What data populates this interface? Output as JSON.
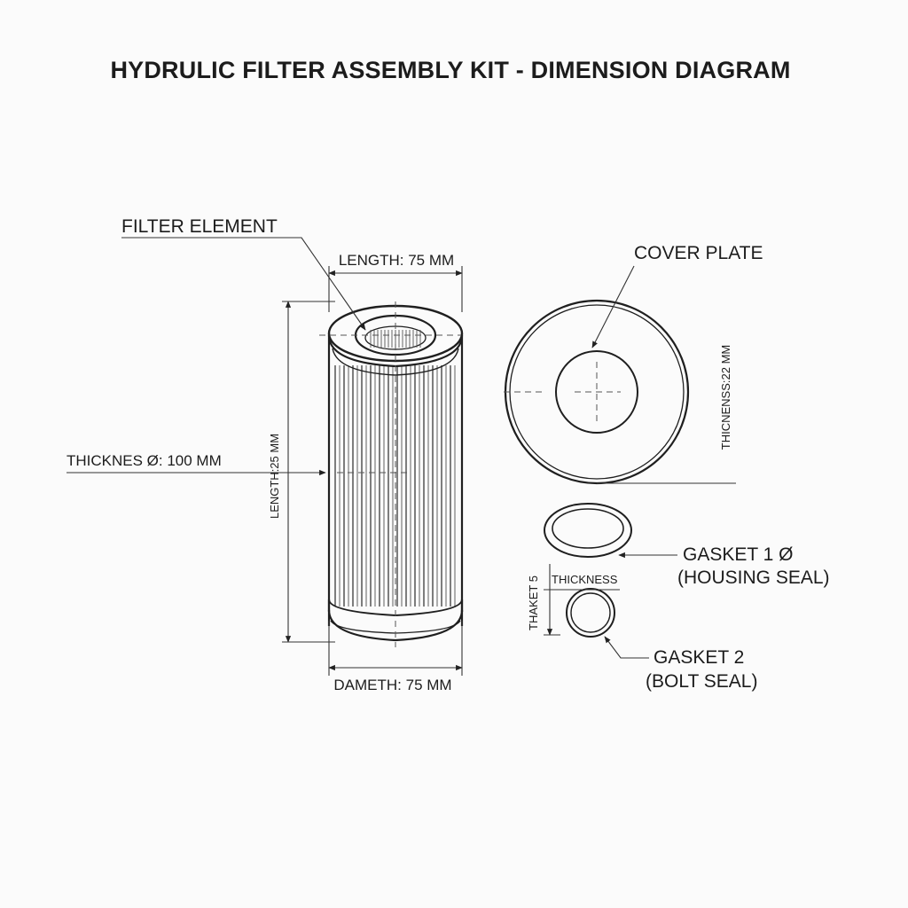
{
  "title": "HYDRULIC FILTER ASSEMBLY KIT - DIMENSION DIAGRAM",
  "filter_element": {
    "name": "FILTER ELEMENT",
    "top_dimension": "LENGTH: 75 MM",
    "side_dimension": "LENGTH:25 MM",
    "left_callout": "THICKNES Ø: 100 MM",
    "bottom_dimension": "DAMETH: 75 MM"
  },
  "cover_plate": {
    "name": "COVER PLATE",
    "thickness": "THICNENSS:22 MM"
  },
  "gasket_1": {
    "name": "GASKET 1 Ø",
    "subtitle": "(HOUSING SEAL)"
  },
  "gasket_2": {
    "name": "GASKET 2",
    "subtitle": "(BOLT SEAL)",
    "thickness_label": "THICKNESS",
    "side_label": "THAKET 5"
  }
}
